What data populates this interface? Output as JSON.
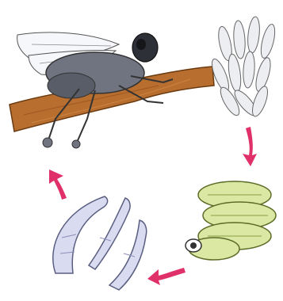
{
  "diagram": {
    "type": "life-cycle",
    "stages": [
      {
        "name": "adult",
        "icon": "fly-icon"
      },
      {
        "name": "eggs",
        "icon": "eggs-icon"
      },
      {
        "name": "pupae",
        "icon": "pupae-icon"
      },
      {
        "name": "larvae",
        "icon": "larvae-icon"
      }
    ],
    "arrow_color": "#e0306a",
    "colors": {
      "branch": "#b86e2e",
      "fly_body": "#6f7480",
      "egg": "#eceef2",
      "pupa": "#dbe8a4",
      "larva": "#d9dcf1"
    }
  }
}
